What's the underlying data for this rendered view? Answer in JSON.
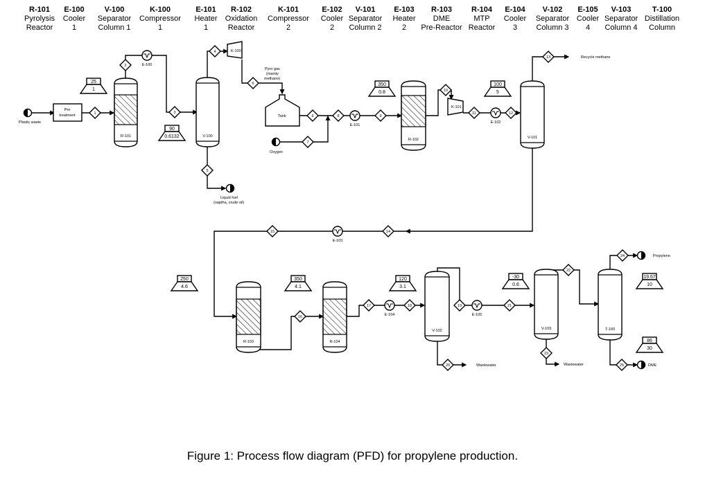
{
  "legend": [
    {
      "tag": "R-101",
      "line1": "Pyrolysis",
      "line2": "Reactor"
    },
    {
      "tag": "E-100",
      "line1": "Cooler",
      "line2": "1"
    },
    {
      "tag": "V-100",
      "line1": "Separator",
      "line2": "Column 1"
    },
    {
      "tag": "K-100",
      "line1": "Compressor",
      "line2": "1"
    },
    {
      "tag": "E-101",
      "line1": "Heater",
      "line2": "1"
    },
    {
      "tag": "R-102",
      "line1": "Oxidation",
      "line2": "Reactor"
    },
    {
      "tag": "K-101",
      "line1": "Compressor",
      "line2": "2"
    },
    {
      "tag": "E-102",
      "line1": "Cooler",
      "line2": "2"
    },
    {
      "tag": "V-101",
      "line1": "Separator",
      "line2": "Column 2"
    },
    {
      "tag": "E-103",
      "line1": "Heater",
      "line2": "2"
    },
    {
      "tag": "R-103",
      "line1": "DME",
      "line2": "Pre-Reactor"
    },
    {
      "tag": "R-104",
      "line1": "MTP",
      "line2": "Reactor"
    },
    {
      "tag": "E-104",
      "line1": "Cooler",
      "line2": "3"
    },
    {
      "tag": "V-102",
      "line1": "Separator",
      "line2": "Column 3"
    },
    {
      "tag": "E-105",
      "line1": "Cooler",
      "line2": "4"
    },
    {
      "tag": "V-103",
      "line1": "Separator",
      "line2": "Column 4"
    },
    {
      "tag": "T-100",
      "line1": "Distillation",
      "line2": "Column"
    }
  ],
  "equipment": {
    "pretreatment": "Pre treatment",
    "r101": "R-101",
    "e100": "E-100",
    "v100": "V-100",
    "k100": "K-100",
    "tank": "Tank",
    "e101": "E-101",
    "r102": "R-102",
    "k101": "K-101",
    "e102": "E-102",
    "v101": "V-101",
    "e103": "E-103",
    "r103": "R-103",
    "r104": "R-104",
    "e104": "E-104",
    "v102": "V-102",
    "e105": "E-105",
    "v103": "V-103",
    "t100": "T-100"
  },
  "streams": [
    "1",
    "2",
    "3",
    "4",
    "5",
    "6",
    "6",
    "7",
    "8",
    "9",
    "10",
    "11",
    "12",
    "13",
    "14",
    "15",
    "16",
    "17",
    "18",
    "19",
    "20",
    "21",
    "22",
    "23",
    "24",
    "25"
  ],
  "terminals": {
    "plastic_waste": "Plastic waste",
    "liquid_fuel_1": "Liquid fuel",
    "liquid_fuel_2": "(naptha, crude oil)",
    "oxygen": "Oxygen",
    "pyro_gas_1": "Pyro gas",
    "pyro_gas_2": "(mainly",
    "pyro_gas_3": "methane)",
    "recycle_methane": "Recycle methane",
    "wastewater_1": "Wastewater",
    "wastewater_2": "Wastewater",
    "propylene": "Propylene",
    "dme": "DME"
  },
  "conditions": [
    {
      "id": "r101",
      "temp": "25",
      "pressure": "1"
    },
    {
      "id": "v100",
      "temp": "90",
      "pressure": "0.6132"
    },
    {
      "id": "r102",
      "temp": "350",
      "pressure": "0.8"
    },
    {
      "id": "v101",
      "temp": "100",
      "pressure": "5"
    },
    {
      "id": "r103",
      "temp": "250",
      "pressure": "4.6"
    },
    {
      "id": "r104",
      "temp": "350",
      "pressure": "4.1"
    },
    {
      "id": "v102",
      "temp": "120",
      "pressure": "3.1"
    },
    {
      "id": "v103",
      "temp": "-30",
      "pressure": "0.6"
    },
    {
      "id": "t100_top",
      "temp": "19.67",
      "pressure": "10"
    },
    {
      "id": "t100_bot",
      "temp": "86",
      "pressure": "30"
    }
  ],
  "caption": "Figure 1:  Process flow diagram (PFD) for propylene production."
}
